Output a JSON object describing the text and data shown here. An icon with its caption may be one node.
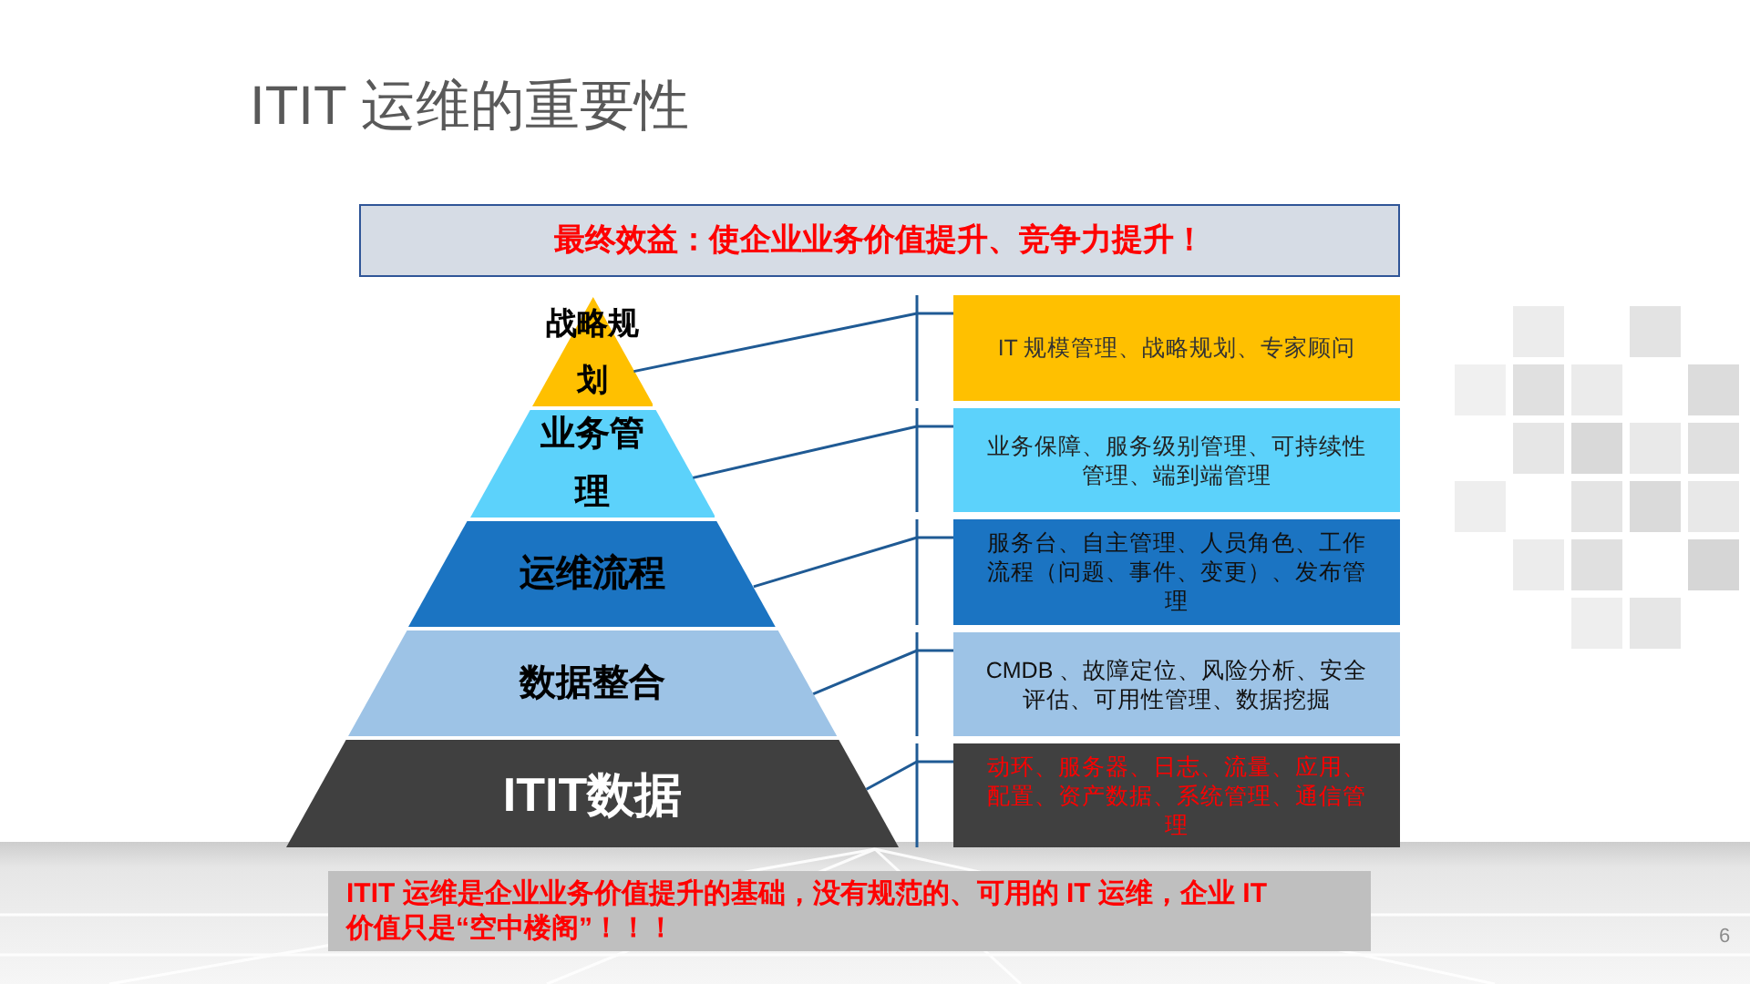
{
  "diagram": {
    "title": "ITIT 运维的重要性",
    "nodes": [
      {
        "text": [
          "最终效益：使企业业务价值提升、竞争力提升！"
        ]
      },
      {
        "text": [
          "战略规划"
        ]
      },
      {
        "text": [
          "业务管理"
        ]
      },
      {
        "text": [
          "运维流程"
        ]
      },
      {
        "text": [
          "数据整合"
        ]
      },
      {
        "text": [
          "ITIT数据"
        ]
      },
      {
        "text": [
          "IT 规模管理、战略规划、专家顾问"
        ]
      },
      {
        "text": [
          "业务保障、服务级别管理、可持续性管理、端到端管理"
        ]
      },
      {
        "text": [
          "服务台、自主管理、人员角色、工作流程（问题、事件、变更）、发布管理"
        ]
      },
      {
        "text": [
          "CMDB 、故障定位、风险分析、安全评估、可用性管理、数据挖掘"
        ]
      },
      {
        "text": [
          "动环、服务器、日志、流量、应用、配置、资产数据、系统管理、通信管理"
        ]
      },
      {
        "text": [
          "ITIT 运维是企业业务价值提升的基础，没有规范的、可用的 IT 运维，企业 IT 价值只是“空中楼阁”！！！"
        ]
      }
    ],
    "edges": [
      {
        "from": 1,
        "to": 6,
        "arrow": "none"
      },
      {
        "from": 2,
        "to": 7,
        "arrow": "none"
      },
      {
        "from": 3,
        "to": 8,
        "arrow": "none"
      },
      {
        "from": 4,
        "to": 9,
        "arrow": "none"
      },
      {
        "from": 5,
        "to": 10,
        "arrow": "none"
      }
    ],
    "labels": [
      "6"
    ]
  }
}
